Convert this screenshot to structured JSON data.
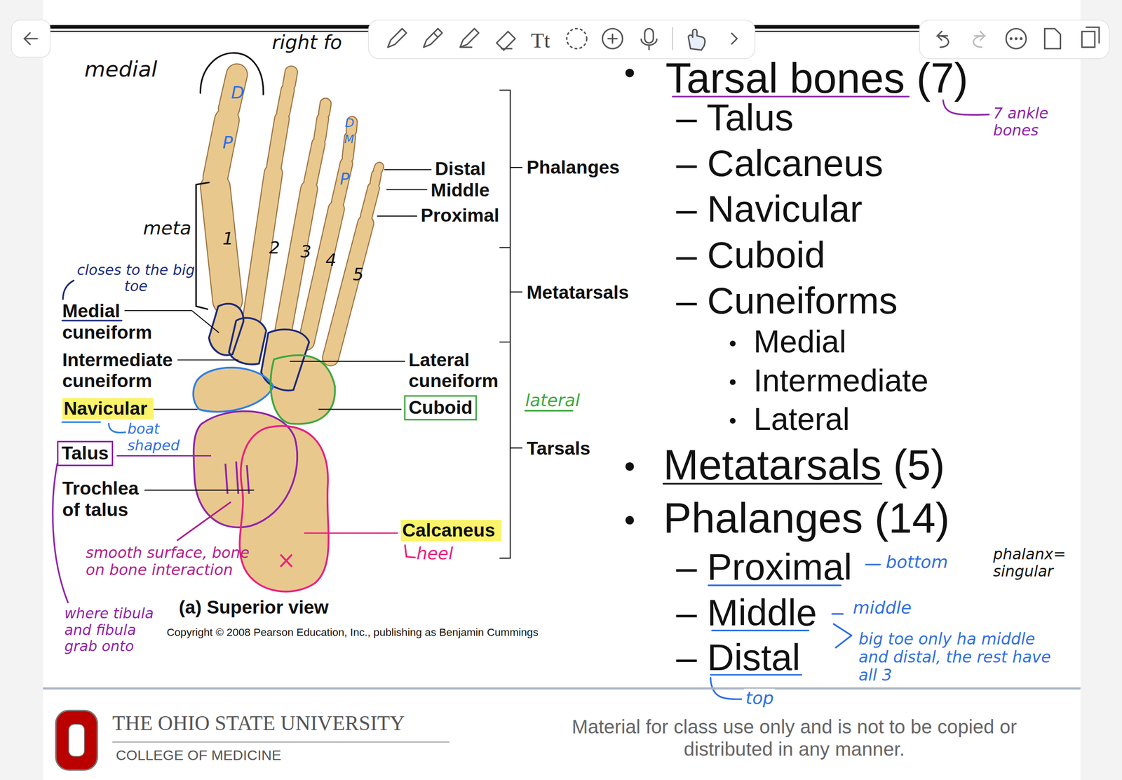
{
  "diagram": {
    "nodes": [
      {
        "text": [
          "Navicular"
        ]
      },
      {
        "text": [
          "Cuboid"
        ]
      },
      {
        "text": [
          "Talus"
        ]
      },
      {
        "text": [
          "Calcaneus"
        ]
      }
    ],
    "labels": [
      "right fo",
      "medial",
      "D",
      "P",
      "D",
      "M",
      "P",
      "meta",
      "1",
      "2",
      "3",
      "4",
      "5",
      "closes to the big toe",
      "Medial cuneiform",
      "Intermediate cuneiform",
      "boat shaped",
      "Trochlea of talus",
      "smooth surface, bone on bone interaction",
      "where tibula and fibula grab onto",
      "(a) Superior view",
      "Copyright © 2008 Pearson Education, Inc., publishing as Benjamin Cummings",
      "Distal",
      "Middle",
      "Proximal",
      "Phalanges",
      "Metatarsals",
      "Tarsals",
      "Lateral cuneiform",
      "lateral",
      "heel",
      "Tarsal bones (7)",
      "7 ankle bones",
      "– Talus",
      "– Calcaneus",
      "– Navicular",
      "– Cuboid",
      "– Cuneiforms",
      "Medial",
      "Intermediate",
      "Lateral",
      "Metatarsals (5)",
      "Phalanges (14)",
      "– Proximal",
      "bottom",
      "phalanx= singular",
      "– Middle",
      "middle",
      "big toe only ha middle and distal, the rest have all 3",
      "– Distal",
      "top",
      "THE OHIO STATE UNIVERSITY",
      "COLLEGE OF MEDICINE",
      "Material for class use only and is not to be copied or distributed in any manner.",
      "Tt"
    ]
  }
}
